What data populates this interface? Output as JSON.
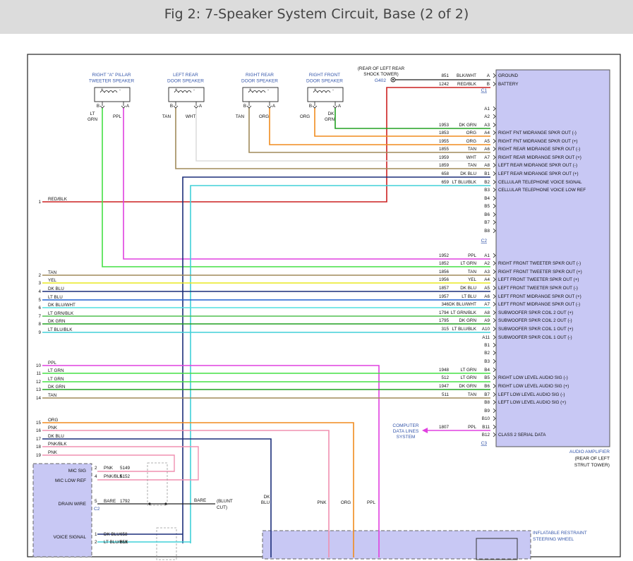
{
  "title": "Fig 2: 7-Speaker System Circuit, Base (2 of 2)",
  "colors": {
    "blue_label": "#3355aa",
    "module_fill": "#c8c8f4",
    "module_stroke": "#6666cc"
  },
  "speakers": [
    {
      "id": "rapt",
      "name": [
        "RIGHT \"A\" PILLAR",
        "TWEETER SPEAKER"
      ],
      "pin_b": "B",
      "pin_a": "A",
      "wire_b": [
        "LT",
        "GRN"
      ],
      "wire_a": [
        "PPL"
      ]
    },
    {
      "id": "lrd",
      "name": [
        "LEFT REAR",
        "DOOR SPEAKER"
      ],
      "pin_b": "B",
      "pin_a": "A",
      "wire_b": [
        "TAN"
      ],
      "wire_a": [
        "WHT"
      ]
    },
    {
      "id": "rrd",
      "name": [
        "RIGHT REAR",
        "DOOR SPEAKER"
      ],
      "pin_b": "B",
      "pin_a": "A",
      "wire_b": [
        "TAN"
      ],
      "wire_a": [
        "ORG"
      ]
    },
    {
      "id": "rfd",
      "name": [
        "RIGHT FRONT",
        "DOOR SPEAKER"
      ],
      "pin_b": "B",
      "pin_a": "A",
      "wire_b": [
        "ORG"
      ],
      "wire_a": [
        "DK",
        "GRN"
      ]
    }
  ],
  "ground": {
    "location": [
      "(REAR OF LEFT REAR",
      "SHOCK TOWER)"
    ],
    "id": "G402"
  },
  "connectors": {
    "c1": "C1",
    "c2": "C2",
    "c3": "C3",
    "c2b": "C2"
  },
  "amp_rows": [
    {
      "pin": "A",
      "circuit": "851",
      "color": "BLK/WHT",
      "label": "GROUND"
    },
    {
      "pin": "B",
      "circuit": "1242",
      "color": "RED/BLK",
      "label": "BATTERY"
    },
    {
      "pin": "A1",
      "circuit": "",
      "color": "",
      "label": ""
    },
    {
      "pin": "A2",
      "circuit": "",
      "color": "",
      "label": ""
    },
    {
      "pin": "A3",
      "circuit": "1953",
      "color": "DK GRN",
      "label": ""
    },
    {
      "pin": "A4",
      "circuit": "1853",
      "color": "ORG",
      "label": "RIGHT FNT MIDRANGE SPKR OUT (-)"
    },
    {
      "pin": "A5",
      "circuit": "1955",
      "color": "ORG",
      "label": "RIGHT FNT MIDRANGE SPKR OUT (+)"
    },
    {
      "pin": "A6",
      "circuit": "1855",
      "color": "TAN",
      "label": "RIGHT REAR MIDRANGE SPKR OUT (-)"
    },
    {
      "pin": "A7",
      "circuit": "1959",
      "color": "WHT",
      "label": "RIGHT REAR MIDRANGE SPKR OUT (+)"
    },
    {
      "pin": "A8",
      "circuit": "1859",
      "color": "TAN",
      "label": "LEFT REAR MIDRANGE SPKR OUT (-)"
    },
    {
      "pin": "B1",
      "circuit": "658",
      "color": "DK BLU",
      "label": "LEFT REAR MIDRANGE SPKR OUT (+)"
    },
    {
      "pin": "B2",
      "circuit": "659",
      "color": "LT BLU/BLK",
      "label": "CELLULAR TELEPHONE VOICE SIGNAL"
    },
    {
      "pin": "B3",
      "circuit": "",
      "color": "",
      "label": "CELLULAR TELEPHONE VOICE LOW REF"
    },
    {
      "pin": "B4",
      "circuit": "",
      "color": "",
      "label": ""
    },
    {
      "pin": "B5",
      "circuit": "",
      "color": "",
      "label": ""
    },
    {
      "pin": "B6",
      "circuit": "",
      "color": "",
      "label": ""
    },
    {
      "pin": "B7",
      "circuit": "",
      "color": "",
      "label": ""
    },
    {
      "pin": "B8",
      "circuit": "",
      "color": "",
      "label": ""
    },
    {
      "pin": "A1",
      "circuit": "1952",
      "color": "PPL",
      "label": ""
    },
    {
      "pin": "A2",
      "circuit": "1852",
      "color": "LT GRN",
      "label": "RIGHT FRONT TWEETER SPKR OUT (-)"
    },
    {
      "pin": "A3",
      "circuit": "1856",
      "color": "TAN",
      "label": "RIGHT FRONT TWEETER SPKR OUT (+)"
    },
    {
      "pin": "A4",
      "circuit": "1956",
      "color": "YEL",
      "label": "LEFT FRONT TWEETER SPKR OUT (+)"
    },
    {
      "pin": "A5",
      "circuit": "1857",
      "color": "DK BLU",
      "label": "LEFT FRONT TWEETER SPKR OUT (-)"
    },
    {
      "pin": "A6",
      "circuit": "1957",
      "color": "LT BLU",
      "label": "LEFT FRONT MIDRANGE SPKR OUT (+)"
    },
    {
      "pin": "A7",
      "circuit": "346",
      "color": "DK BLU/WHT",
      "label": "LEFT FRONT MIDRANGE SPKR OUT (-)"
    },
    {
      "pin": "A8",
      "circuit": "1794",
      "color": "LT GRN/BLK",
      "label": "SUBWOOFER SPKR COIL 2 OUT (+)"
    },
    {
      "pin": "A9",
      "circuit": "1795",
      "color": "DK GRN",
      "label": "SUBWOOFER SPKR COIL 2 OUT (-)"
    },
    {
      "pin": "A10",
      "circuit": "315",
      "color": "LT BLU/BLK",
      "label": "SUBWOOFER SPKR COIL 1 OUT (+)"
    },
    {
      "pin": "A11",
      "circuit": "",
      "color": "",
      "label": "SUBWOOFER SPKR COIL 1 OUT (-)"
    },
    {
      "pin": "B1",
      "circuit": "",
      "color": "",
      "label": ""
    },
    {
      "pin": "B2",
      "circuit": "",
      "color": "",
      "label": ""
    },
    {
      "pin": "B3",
      "circuit": "",
      "color": "",
      "label": ""
    },
    {
      "pin": "B4",
      "circuit": "1948",
      "color": "LT GRN",
      "label": ""
    },
    {
      "pin": "B5",
      "circuit": "512",
      "color": "LT GRN",
      "label": "RIGHT LOW LEVEL AUDIO SIG (-)"
    },
    {
      "pin": "B6",
      "circuit": "1947",
      "color": "DK GRN",
      "label": "RIGHT LOW LEVEL AUDIO SIG (+)"
    },
    {
      "pin": "B7",
      "circuit": "511",
      "color": "TAN",
      "label": "LEFT LOW LEVEL AUDIO SIG (-)"
    },
    {
      "pin": "B8",
      "circuit": "",
      "color": "",
      "label": "LEFT LOW LEVEL AUDIO SIG (+)"
    },
    {
      "pin": "B9",
      "circuit": "",
      "color": "",
      "label": ""
    },
    {
      "pin": "B10",
      "circuit": "",
      "color": "",
      "label": ""
    },
    {
      "pin": "B11",
      "circuit": "1807",
      "color": "PPL",
      "label": ""
    },
    {
      "pin": "B12",
      "circuit": "",
      "color": "",
      "label": "CLASS 2 SERIAL DATA"
    }
  ],
  "amp_name": [
    "AUDIO AMPLIFIER",
    "(REAR OF LEFT",
    "STRUT TOWER)"
  ],
  "computer_data": [
    "COMPUTER",
    "DATA LINES",
    "SYSTEM"
  ],
  "left_wires": [
    {
      "num": "1",
      "color": "RED/BLK"
    },
    {
      "num": "2",
      "color": "TAN"
    },
    {
      "num": "3",
      "color": "YEL"
    },
    {
      "num": "4",
      "color": "DK BLU"
    },
    {
      "num": "5",
      "color": "LT BLU"
    },
    {
      "num": "6",
      "color": "DK BLU/WHT"
    },
    {
      "num": "7",
      "color": "LT GRN/BLK"
    },
    {
      "num": "8",
      "color": "DK GRN"
    },
    {
      "num": "9",
      "color": "LT BLU/BLK"
    },
    {
      "num": "10",
      "color": "PPL"
    },
    {
      "num": "11",
      "color": "LT GRN"
    },
    {
      "num": "12",
      "color": "LT GRN"
    },
    {
      "num": "13",
      "color": "DK GRN"
    },
    {
      "num": "14",
      "color": "TAN"
    },
    {
      "num": "15",
      "color": "ORG"
    },
    {
      "num": "16",
      "color": "PNK"
    },
    {
      "num": "17",
      "color": "DK BLU"
    },
    {
      "num": "18",
      "color": "PNK/BLK"
    },
    {
      "num": "19",
      "color": "PNK"
    }
  ],
  "bottom_module": {
    "rows": [
      {
        "label": "MIC SIG",
        "pin": "2",
        "color": "PNK",
        "circuit": "5149"
      },
      {
        "label": "MIC LOW REF",
        "pin": "4",
        "color": "PNK/BLK",
        "circuit": "5152"
      },
      {
        "label": "DRAIN WIRE",
        "pin": "5",
        "color": "BARE",
        "circuit": "1792"
      },
      {
        "label": "VOICE SIGNAL",
        "pin": "1",
        "color": "DK BLU",
        "circuit": "658"
      },
      {
        "label": "",
        "pin": "2",
        "color": "LT BLU/BLK",
        "circuit": "659"
      }
    ],
    "connector": "C2"
  },
  "blunt_cut": [
    "BARE",
    "(BLUNT",
    "CUT)"
  ],
  "bottom_labels": {
    "dkblu": [
      "DK",
      "BLU"
    ],
    "pnk": "PNK",
    "org": "ORG",
    "ppl": "PPL"
  },
  "inflatable": [
    "INFLATABLE RESTRAINT",
    "STEERING WHEEL"
  ]
}
